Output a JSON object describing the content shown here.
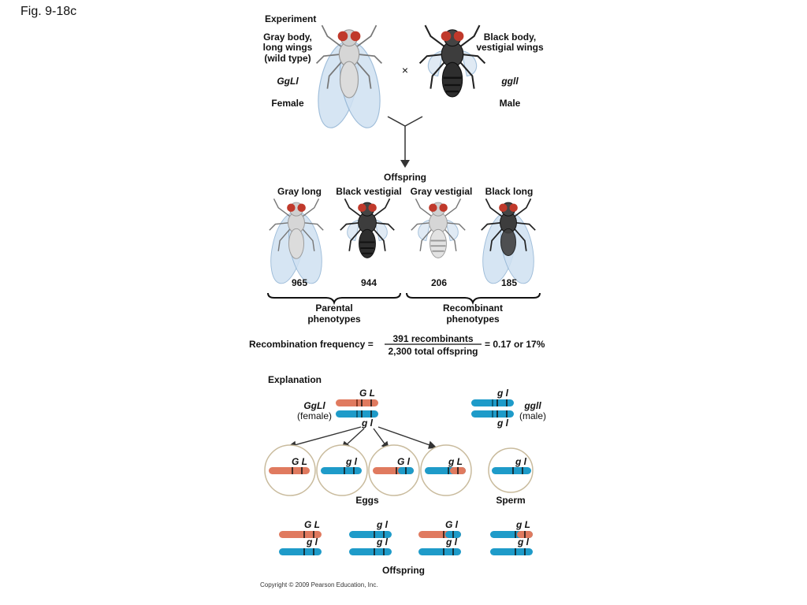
{
  "figure_label": "Fig. 9-18c",
  "experiment": {
    "title": "Experiment",
    "female": {
      "phenotype_lines": [
        "Gray body,",
        "long wings",
        "(wild type)"
      ],
      "genotype": "GgLl",
      "sex": "Female"
    },
    "male": {
      "phenotype_lines": [
        "Black body,",
        "vestigial wings"
      ],
      "genotype": "ggll",
      "sex": "Male"
    },
    "cross_symbol": "×"
  },
  "offspring": {
    "title": "Offspring",
    "groups": [
      {
        "label": "Gray long",
        "count": "965"
      },
      {
        "label": "Black vestigial",
        "count": "944"
      },
      {
        "label": "Gray vestigial",
        "count": "206"
      },
      {
        "label": "Black long",
        "count": "185"
      }
    ],
    "parental_label_lines": [
      "Parental",
      "phenotypes"
    ],
    "recombinant_label_lines": [
      "Recombinant",
      "phenotypes"
    ]
  },
  "recombination": {
    "prefix": "Recombination frequency =",
    "numerator": "391 recombinants",
    "denominator": "2,300 total offspring",
    "result": "= 0.17 or 17%"
  },
  "explanation": {
    "title": "Explanation",
    "female": {
      "genotype": "GgLl",
      "label": "(female)",
      "top_alleles": "G L",
      "bottom_alleles": "g  l"
    },
    "male": {
      "genotype": "ggll",
      "label": "(male)",
      "top_alleles": "g  l",
      "bottom_alleles": "g  l"
    },
    "eggs": [
      "G L",
      "g  l",
      "G l",
      "g L"
    ],
    "eggs_label": "Eggs",
    "sperm": "g  l",
    "sperm_label": "Sperm",
    "offspring_pairs": [
      {
        "top": "G L",
        "bottom": "g  l"
      },
      {
        "top": "g  l",
        "bottom": "g  l"
      },
      {
        "top": "G l",
        "bottom": "g  l"
      },
      {
        "top": "g L",
        "bottom": "g  l"
      }
    ],
    "offspring_label": "Offspring"
  },
  "copyright": "Copyright © 2009 Pearson Education, Inc.",
  "colors": {
    "maternal": "#E07A5F",
    "paternal": "#1E9BC9",
    "gray_body": "#d8d8d8",
    "black_body": "#3a3a3a",
    "eye": "#c0392b",
    "wing": "#cfe1f2"
  }
}
